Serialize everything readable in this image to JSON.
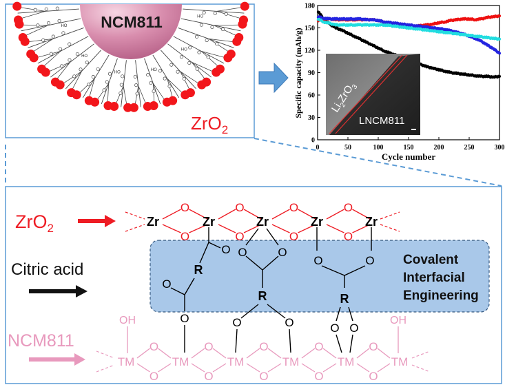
{
  "top_left": {
    "particle_label": "NCM811",
    "shell_label": "ZrO",
    "shell_subscript": "2",
    "surface_group_label": "HO",
    "colors": {
      "particle": "#cf7e9f",
      "nanoparticle": "#f2161b",
      "shell_text": "#ee1c24",
      "frame": "#5b9bd5"
    }
  },
  "arrow": {
    "color": "#5b9bd5"
  },
  "chart_data": {
    "type": "scatter",
    "xlabel": "Cycle number",
    "ylabel": "Specific capacity (mAh/g)",
    "xlim": [
      0,
      300
    ],
    "ylim": [
      0,
      180
    ],
    "xticks": [
      "0",
      "50",
      "100",
      "150",
      "200",
      "250",
      "300"
    ],
    "yticks": [
      "0",
      "30",
      "60",
      "90",
      "120",
      "150",
      "180"
    ],
    "series": [
      {
        "color": "#000000",
        "x": [
          1,
          10,
          20,
          30,
          40,
          50,
          60,
          70,
          80,
          90,
          100,
          110,
          120,
          130,
          140,
          150,
          160,
          170,
          180,
          190,
          200,
          210,
          220,
          230,
          240,
          250,
          260,
          270,
          280,
          290,
          300
        ],
        "y": [
          172,
          162,
          155,
          150,
          147,
          143,
          139,
          135,
          131,
          127,
          123,
          119,
          116,
          113,
          110,
          107,
          104,
          101,
          98,
          96,
          94,
          92,
          90,
          89,
          88,
          87,
          86,
          85,
          85,
          84,
          85
        ]
      },
      {
        "color": "#ee1111",
        "x": [
          1,
          10,
          20,
          30,
          40,
          50,
          60,
          70,
          80,
          90,
          100,
          110,
          120,
          130,
          140,
          150,
          160,
          170,
          180,
          190,
          200,
          210,
          220,
          230,
          240,
          250,
          260,
          270,
          280,
          290,
          300
        ],
        "y": [
          160,
          162,
          162,
          161,
          161,
          161,
          161,
          161,
          161,
          161,
          160,
          158,
          156,
          154,
          152,
          151,
          152,
          153,
          154,
          155,
          157,
          158,
          160,
          161,
          162,
          162,
          161,
          162,
          164,
          165,
          166
        ]
      },
      {
        "color": "#2424e0",
        "x": [
          1,
          10,
          20,
          30,
          40,
          50,
          60,
          70,
          80,
          90,
          100,
          110,
          120,
          130,
          140,
          150,
          160,
          170,
          180,
          190,
          200,
          210,
          220,
          230,
          240,
          250,
          260,
          270,
          280,
          290,
          300
        ],
        "y": [
          165,
          163,
          162,
          162,
          162,
          162,
          162,
          162,
          161,
          161,
          160,
          158,
          157,
          156,
          155,
          154,
          153,
          152,
          151,
          150,
          149,
          148,
          146,
          144,
          142,
          139,
          136,
          132,
          127,
          122,
          116
        ]
      },
      {
        "color": "#22dde0",
        "x": [
          1,
          10,
          20,
          30,
          40,
          50,
          60,
          70,
          80,
          90,
          100,
          110,
          120,
          130,
          140,
          150,
          160,
          170,
          180,
          190,
          200,
          210,
          220,
          230,
          240,
          250,
          260,
          270,
          280,
          290,
          300
        ],
        "y": [
          162,
          158,
          156,
          154,
          154,
          154,
          154,
          154,
          154,
          154,
          154,
          154,
          153,
          152,
          151,
          150,
          149,
          148,
          147,
          146,
          145,
          144,
          143,
          142,
          141,
          140,
          139,
          138,
          137,
          136,
          135
        ]
      }
    ]
  },
  "inset": {
    "coating_label_main": "Li",
    "coating_label_sub1": "2",
    "coating_label_mid": "ZrO",
    "coating_label_sub2": "3",
    "bulk_label": "LNCM811"
  },
  "bottom": {
    "zro2_label": "ZrO",
    "zro2_sub": "2",
    "citric_label": "Citric acid",
    "ncm_label": "NCM811",
    "zr_atom": "Zr",
    "o_atom": "O",
    "r_group": "R",
    "tm_atom": "TM",
    "oh_group": "OH",
    "box_title": [
      "Covalent",
      "Interfacial",
      "Engineering"
    ],
    "colors": {
      "zr": "#ee1c24",
      "organic": "#000000",
      "tm": "#e899bd",
      "box_fill": "#a9c8e9",
      "box_border": "#35587f"
    }
  }
}
